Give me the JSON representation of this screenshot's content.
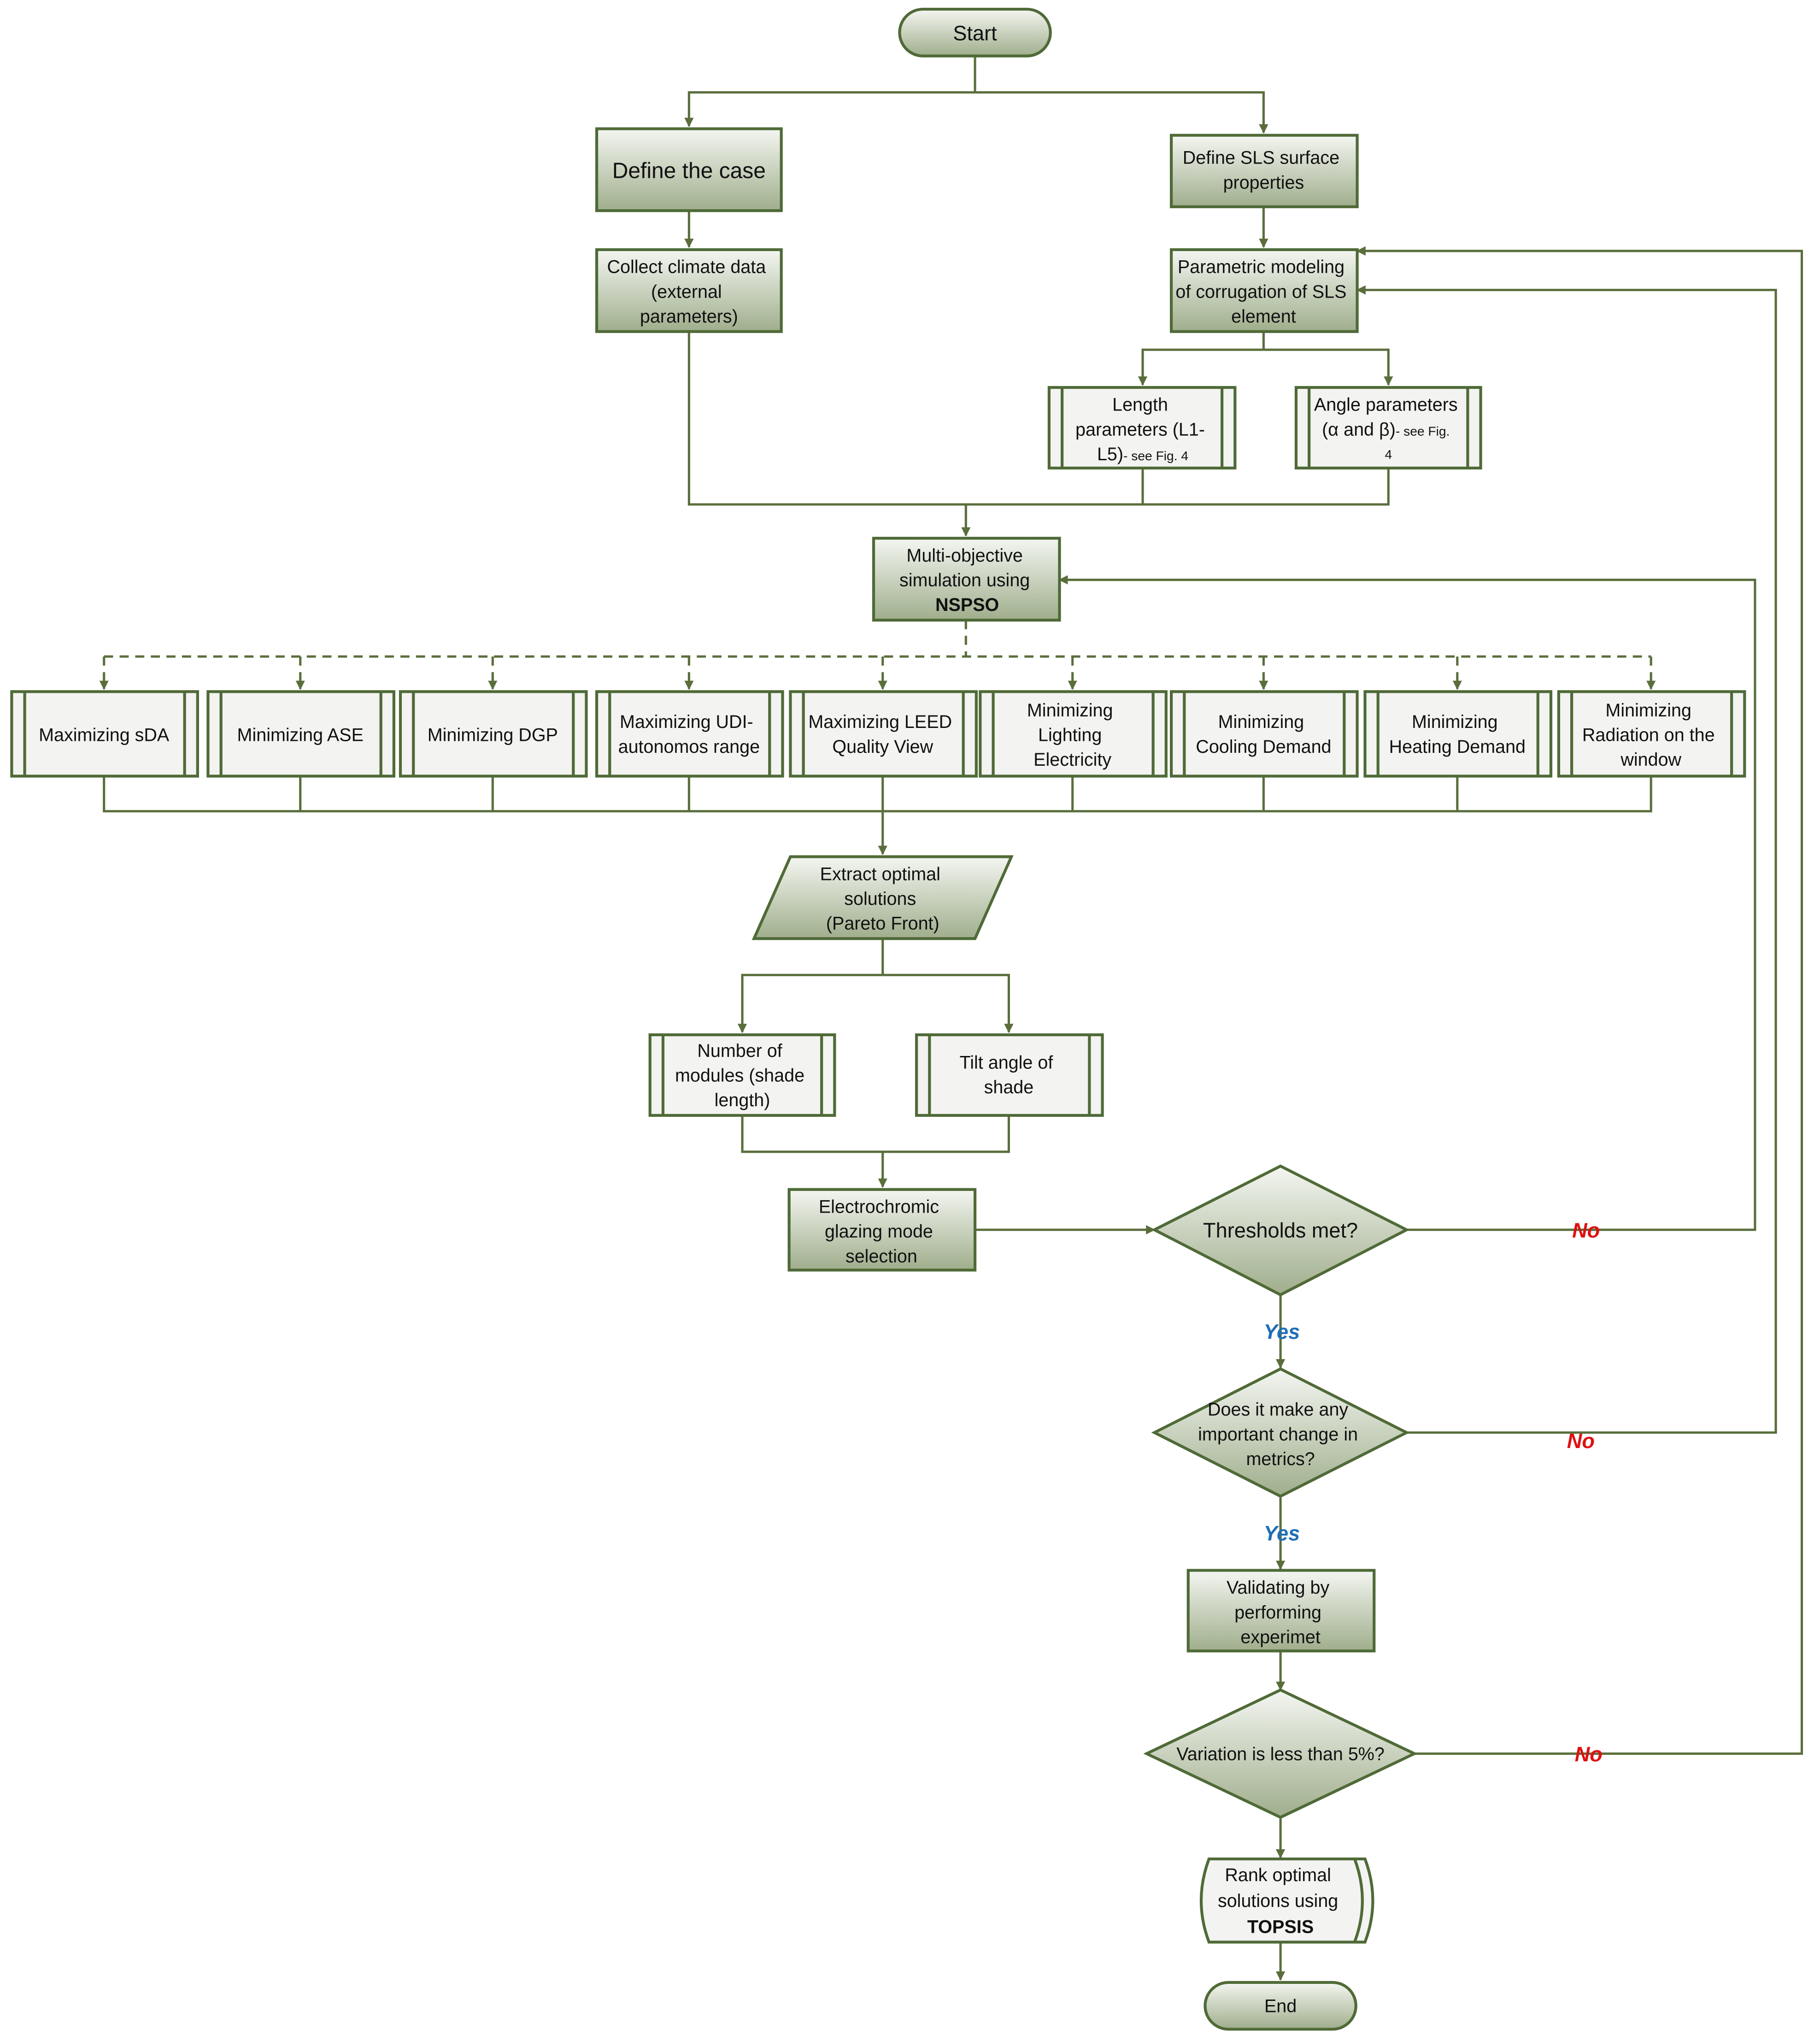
{
  "nodes": {
    "start": "Start",
    "define_case": "Define the case",
    "collect_climate": [
      "Collect climate data",
      "(external",
      "parameters)"
    ],
    "define_sls": [
      "Define SLS surface",
      "properties"
    ],
    "parametric": [
      "Parametric modeling",
      "of corrugation of SLS",
      "element"
    ],
    "length_params": {
      "line1": "Length",
      "line2": "parameters (L1-",
      "line3_main": "L5)",
      "line3_small": "- see Fig. 4"
    },
    "angle_params": {
      "line1": "Angle parameters",
      "line2_main": "(α and β)",
      "line2_small": "- see Fig.",
      "line3_small": "4"
    },
    "multi_objective": {
      "line1": "Multi-objective",
      "line2": "simulation using",
      "line3_bold": "NSPSO"
    },
    "objectives": [
      [
        "Maximizing sDA"
      ],
      [
        "Minimizing ASE"
      ],
      [
        "Minimizing DGP"
      ],
      [
        "Maximizing UDI-",
        "autonomos range"
      ],
      [
        "Maximizing LEED",
        "Quality View"
      ],
      [
        "Minimizing",
        "Lighting",
        "Electricity"
      ],
      [
        "Minimizing",
        "Cooling Demand"
      ],
      [
        "Minimizing",
        "Heating Demand"
      ],
      [
        "Minimizing",
        "Radiation on the",
        "window"
      ]
    ],
    "extract": [
      "Extract optimal",
      "solutions",
      "(Pareto Front)"
    ],
    "modules": [
      "Number of",
      "modules (shade",
      "length)"
    ],
    "tilt": [
      "Tilt angle of",
      "shade"
    ],
    "electrochromic": [
      "Electrochromic",
      "glazing mode",
      "selection"
    ],
    "thresholds": "Thresholds met?",
    "important_change": [
      "Does it make any",
      "important change in",
      "metrics?"
    ],
    "validating": [
      "Validating by",
      "performing",
      "experimet"
    ],
    "variation": "Variation is less than 5%?",
    "rank": {
      "line1": "Rank optimal",
      "line2": "solutions using",
      "line3_bold": "TOPSIS"
    },
    "end": "End"
  },
  "edge_labels": {
    "yes": "Yes",
    "no": "No"
  },
  "colors": {
    "box_fill_top": "#f4f6f1",
    "box_fill_bottom": "#9fae8c",
    "border": "#4f6a37",
    "line": "#5a6e3c",
    "yes": "#1f6fb5",
    "no": "#e01010"
  }
}
